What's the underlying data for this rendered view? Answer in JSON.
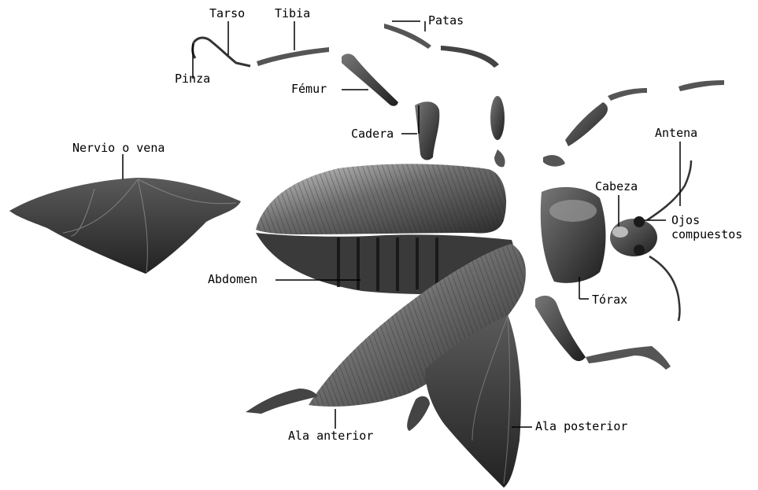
{
  "labels": {
    "tarso": "Tarso",
    "tibia": "Tibia",
    "patas": "Patas",
    "pinza": "Pinza",
    "femur": "Fémur",
    "cadera": "Cadera",
    "nervio": "Nervio o vena",
    "antena": "Antena",
    "cabeza": "Cabeza",
    "ojos_line1": "Ojos",
    "ojos_line2": "compuestos",
    "abdomen": "Abdomen",
    "torax": "Tórax",
    "ala_anterior": "Ala anterior",
    "ala_posterior": "Ala posterior"
  }
}
